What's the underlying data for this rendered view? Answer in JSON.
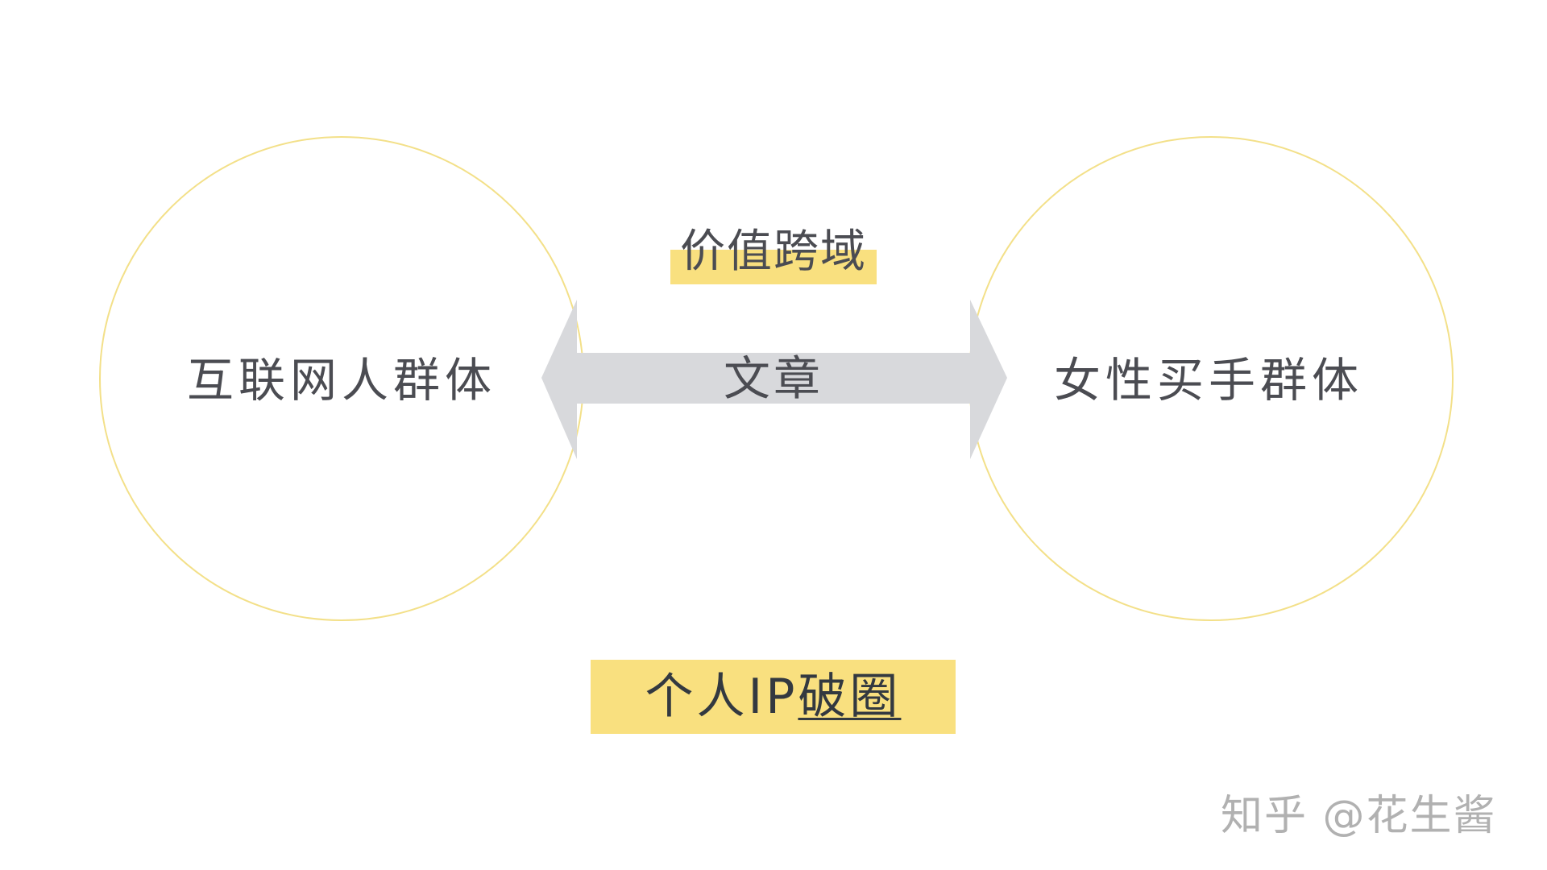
{
  "colors": {
    "circle_stroke": "#f3e089",
    "arrow_fill": "#d8d9dc",
    "highlight": "#f9e07f",
    "text": "#4b4c52",
    "watermark": "#a9a9a9"
  },
  "left_circle": {
    "label": "互联网人群体"
  },
  "right_circle": {
    "label": "女性买手群体"
  },
  "arrow": {
    "label": "文章",
    "direction": "bidirectional"
  },
  "top_label": {
    "text": "价值跨域"
  },
  "bottom_label": {
    "text_plain": "个人IP",
    "text_underlined": "破圈"
  },
  "watermark": {
    "text": "知乎 @花生酱"
  }
}
